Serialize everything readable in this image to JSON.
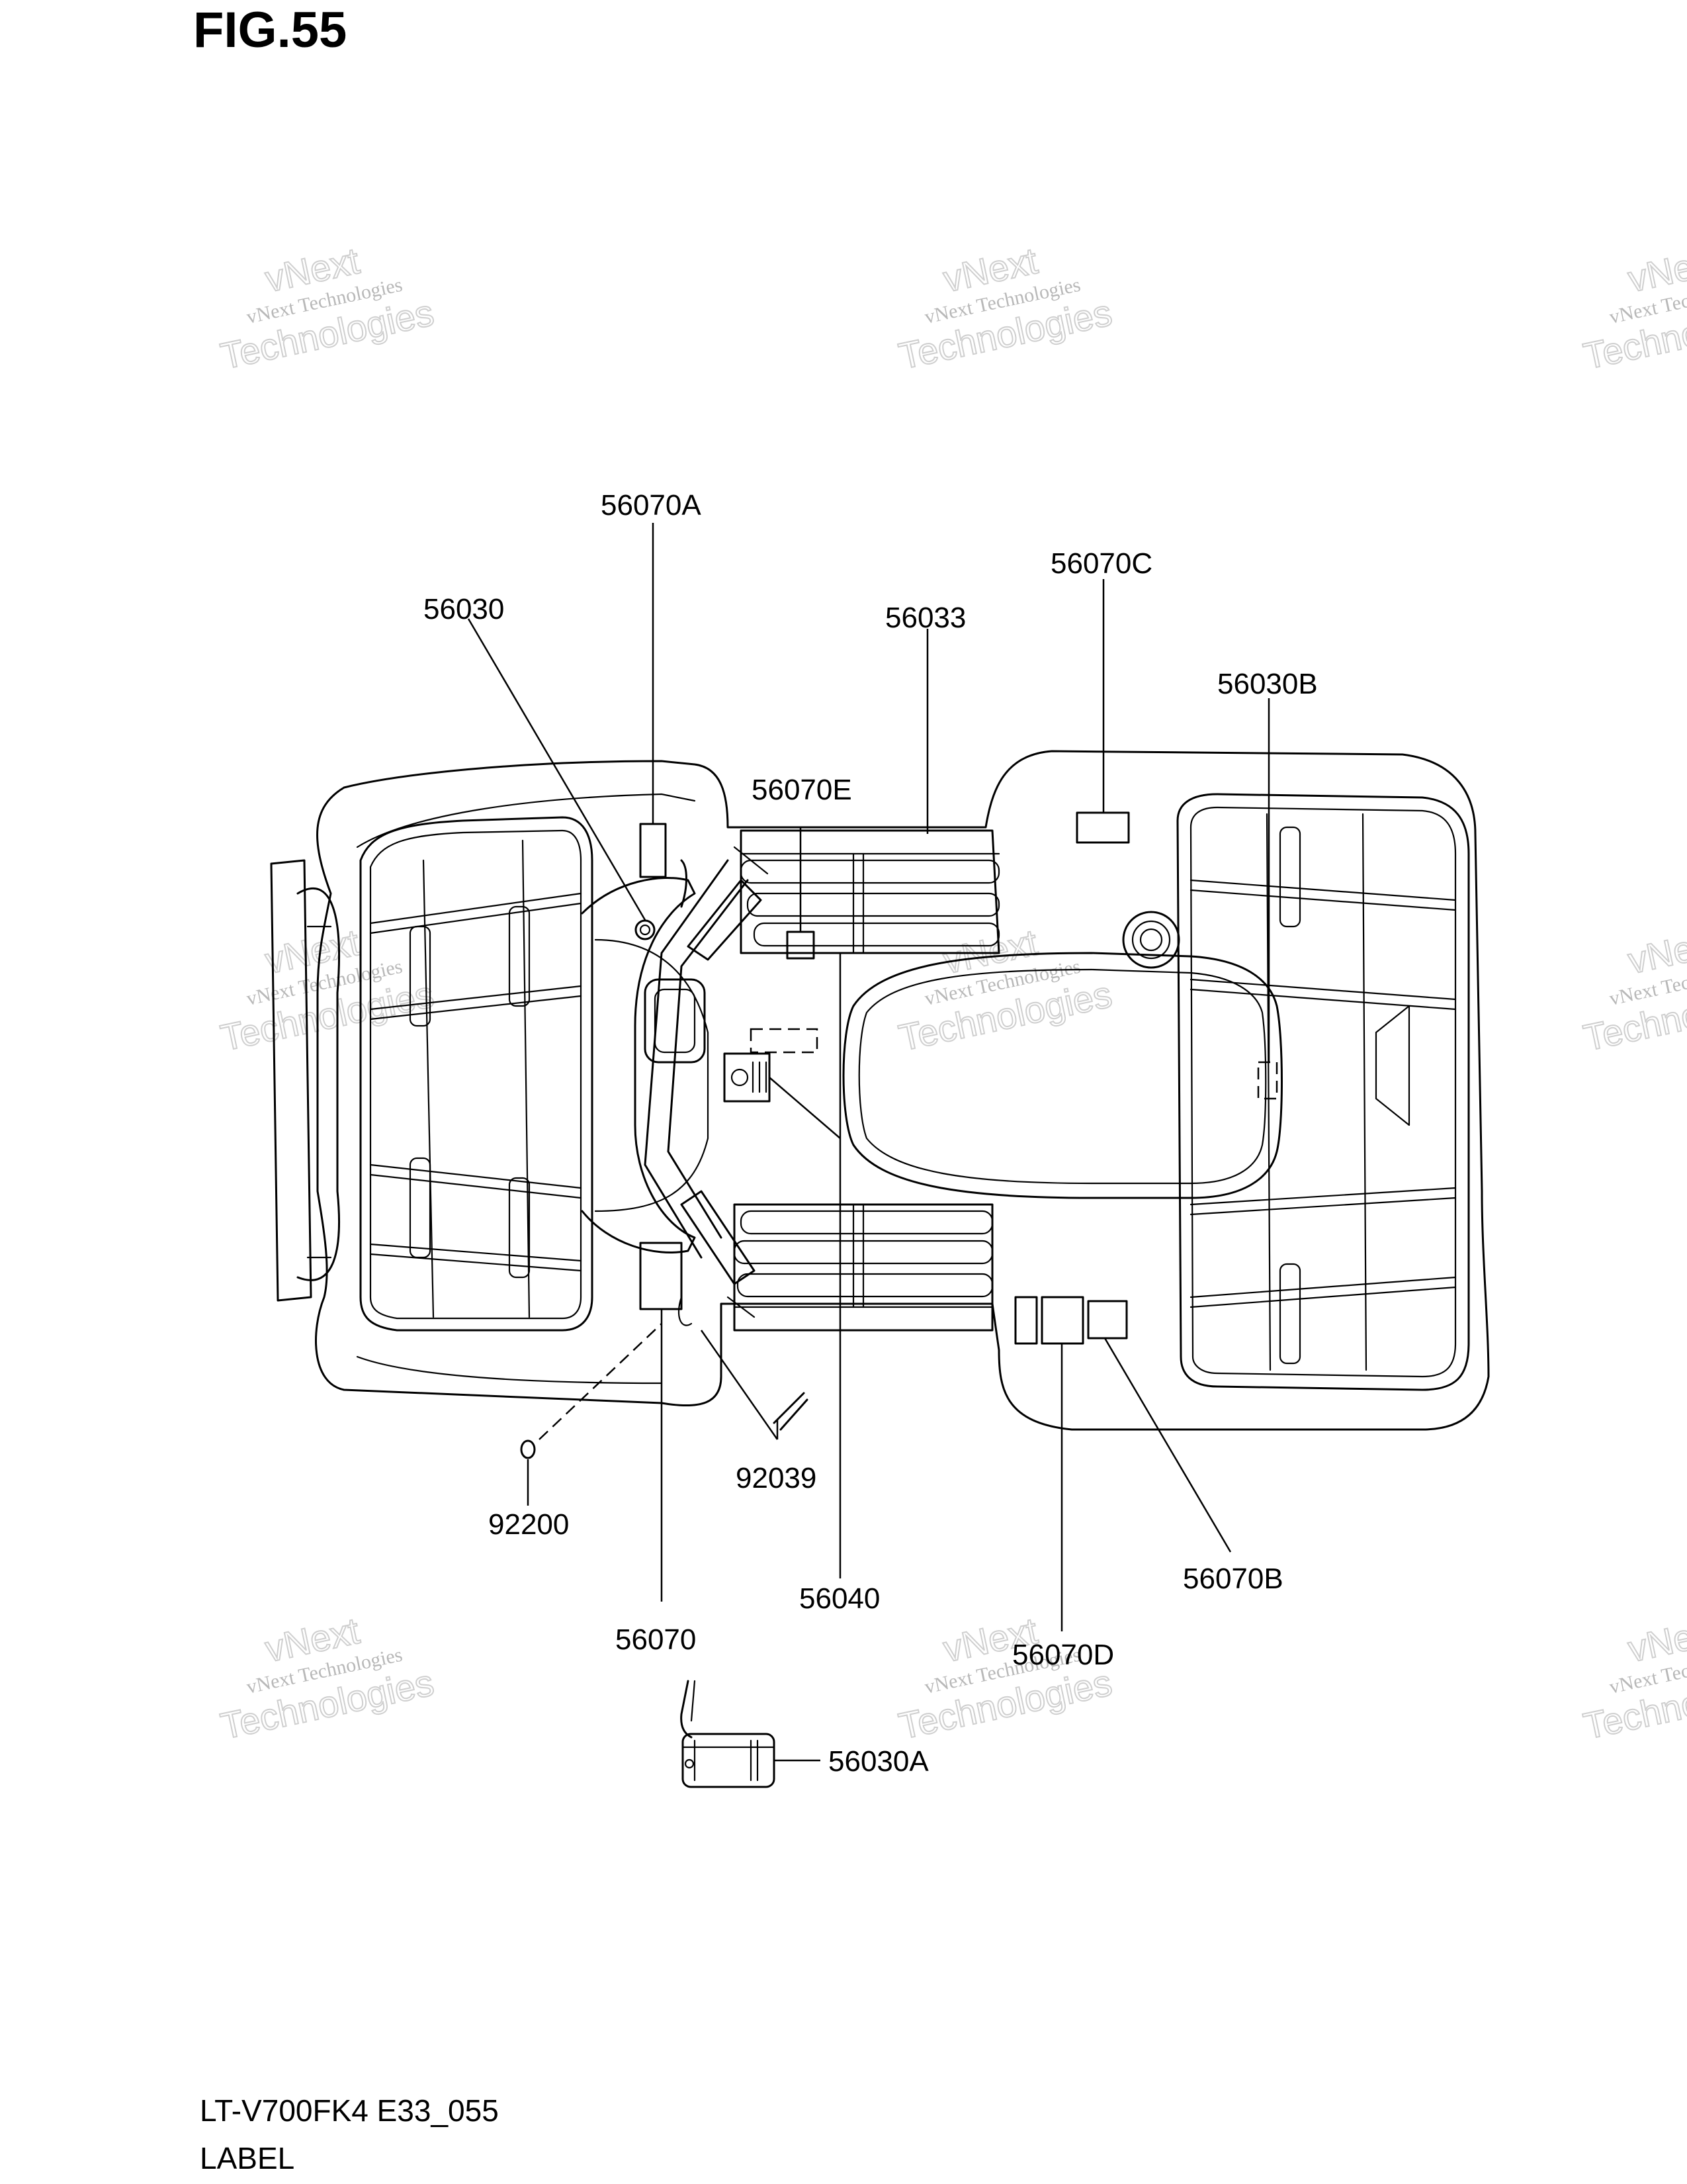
{
  "figure": {
    "title": "FIG.55"
  },
  "footer": {
    "model_code": "LT-V700FK4 E33_055",
    "section_name": "LABEL"
  },
  "watermark": {
    "line1": "vNext Technologies",
    "line2": "Technologies",
    "line3": "vNext"
  },
  "callouts": [
    {
      "id": "c-56070A",
      "label": "56070A"
    },
    {
      "id": "c-56030",
      "label": "56030"
    },
    {
      "id": "c-56033",
      "label": "56033"
    },
    {
      "id": "c-56070C",
      "label": "56070C"
    },
    {
      "id": "c-56030B",
      "label": "56030B"
    },
    {
      "id": "c-56070E",
      "label": "56070E"
    },
    {
      "id": "c-92039",
      "label": "92039"
    },
    {
      "id": "c-92200",
      "label": "92200"
    },
    {
      "id": "c-56040",
      "label": "56040"
    },
    {
      "id": "c-56070B",
      "label": "56070B"
    },
    {
      "id": "c-56070",
      "label": "56070"
    },
    {
      "id": "c-56070D",
      "label": "56070D"
    },
    {
      "id": "c-56030A",
      "label": "56030A"
    }
  ],
  "colors": {
    "line": "#000000",
    "background": "#ffffff",
    "watermark": "#c0c0c0"
  }
}
